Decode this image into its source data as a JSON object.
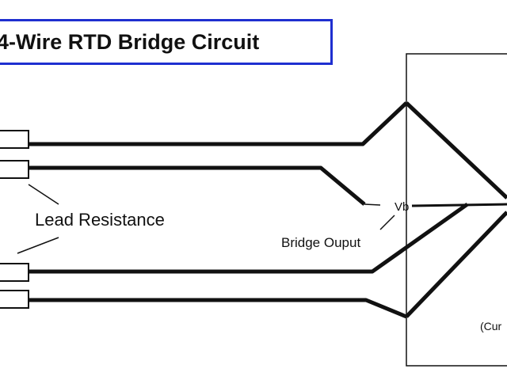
{
  "title": "4-Wire RTD Bridge Circuit",
  "labels": {
    "lead_resistance": "Lead Resistance",
    "vb": "Vb",
    "bridge_output": "Bridge Ouput",
    "current_partial": "(Cur"
  },
  "colors": {
    "title_border": "#1f2fd0",
    "line": "#111111",
    "background": "#ffffff"
  }
}
